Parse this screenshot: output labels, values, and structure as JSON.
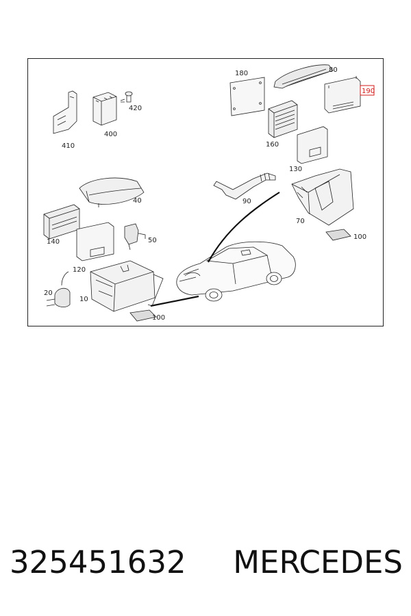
{
  "diagram": {
    "labels": {
      "p10": "10",
      "p20": "20",
      "p40": "40",
      "p50": "50",
      "p70": "70",
      "p80": "80",
      "p90": "90",
      "p100a": "100",
      "p100b": "100",
      "p120": "120",
      "p130": "130",
      "p140": "140",
      "p160": "160",
      "p180": "180",
      "p190": "190",
      "p400": "400",
      "p410": "410",
      "p420": "420"
    },
    "highlighted_label": "190",
    "colors": {
      "highlight": "#d01818",
      "line": "#222222"
    }
  },
  "footer": {
    "part_number": "325451632",
    "brand": "MERCEDES"
  }
}
